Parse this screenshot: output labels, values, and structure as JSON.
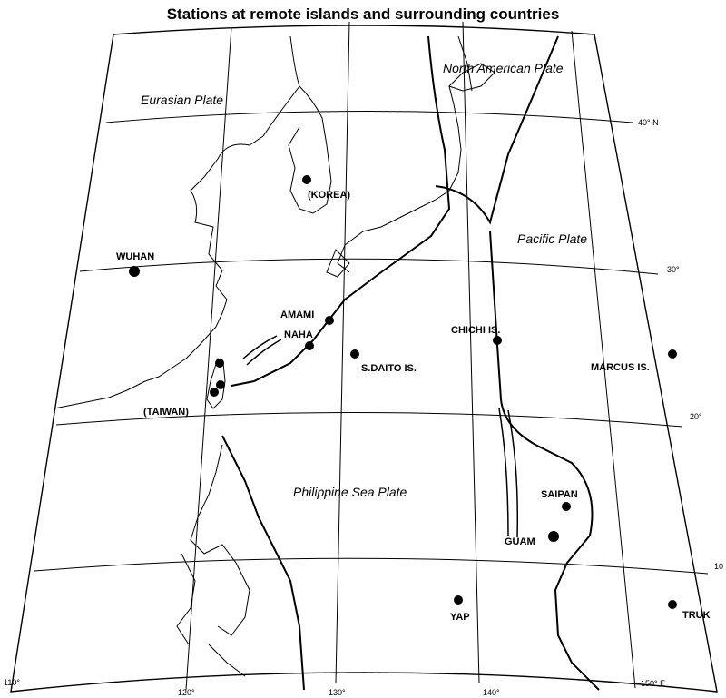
{
  "title": "Stations at remote islands and surrounding countries",
  "plates": {
    "eurasian": "Eurasian Plate",
    "north_american": "North American Plate",
    "pacific": "Pacific Plate",
    "philippine": "Philippine Sea Plate"
  },
  "stations": [
    {
      "name": "(KOREA)"
    },
    {
      "name": "WUHAN"
    },
    {
      "name": "AMAMI"
    },
    {
      "name": "NAHA"
    },
    {
      "name": "S.DAITO IS."
    },
    {
      "name": "CHICHI IS."
    },
    {
      "name": "MARCUS IS."
    },
    {
      "name": "(TAIWAN)"
    },
    {
      "name": "SAIPAN"
    },
    {
      "name": "GUAM"
    },
    {
      "name": "YAP"
    },
    {
      "name": "TRUK"
    }
  ],
  "lat_labels": {
    "l40": "40° N",
    "l30": "30°",
    "l20": "20°",
    "l10": "10"
  },
  "lon_labels": {
    "o110": "110°",
    "o120": "120°",
    "o130": "130°",
    "o140": "140°",
    "o150": "150° E"
  }
}
